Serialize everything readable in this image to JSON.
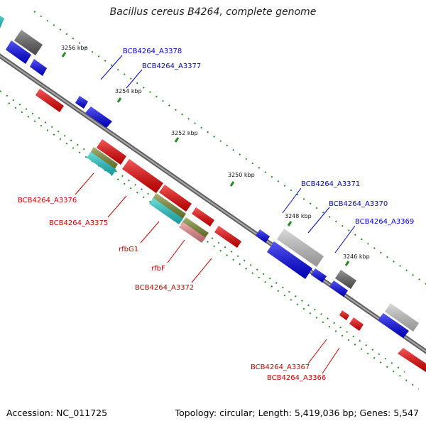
{
  "title": "Bacillus cereus B4264, complete genome",
  "accession_text": "Accession: NC_011725",
  "topology_text": "Topology: circular; Length: 5,419,036 bp; Genes: 5,547",
  "colors": {
    "backbone": "#808080",
    "forward_label": "#0000cc",
    "reverse_label": "#cc0000",
    "tick": "#2a8a2a",
    "forward_gene": "#0000ee",
    "reverse_gene": "#ee0000",
    "rna_gene": "#555555",
    "unassigned_gene": "#c8c8c8",
    "cyan_gene": "#22cccc",
    "olive_gene": "#7a8a2a",
    "pink_gene": "#ee8888"
  },
  "kbp_labels": [
    "3256 kbp",
    "3254 kbp",
    "3252 kbp",
    "3250 kbp",
    "3248 kbp",
    "3246 kbp"
  ],
  "forward_gene_labels": [
    "BCB4264_A3378",
    "BCB4264_A3377",
    "BCB4264_A3371",
    "BCB4264_A3370",
    "BCB4264_A3369"
  ],
  "reverse_gene_labels": [
    "BCB4264_A3376",
    "BCB4264_A3375",
    "rfbG1",
    "rfbF",
    "BCB4264_A3372",
    "BCB4264_A3367",
    "BCB4264_A3366"
  ]
}
